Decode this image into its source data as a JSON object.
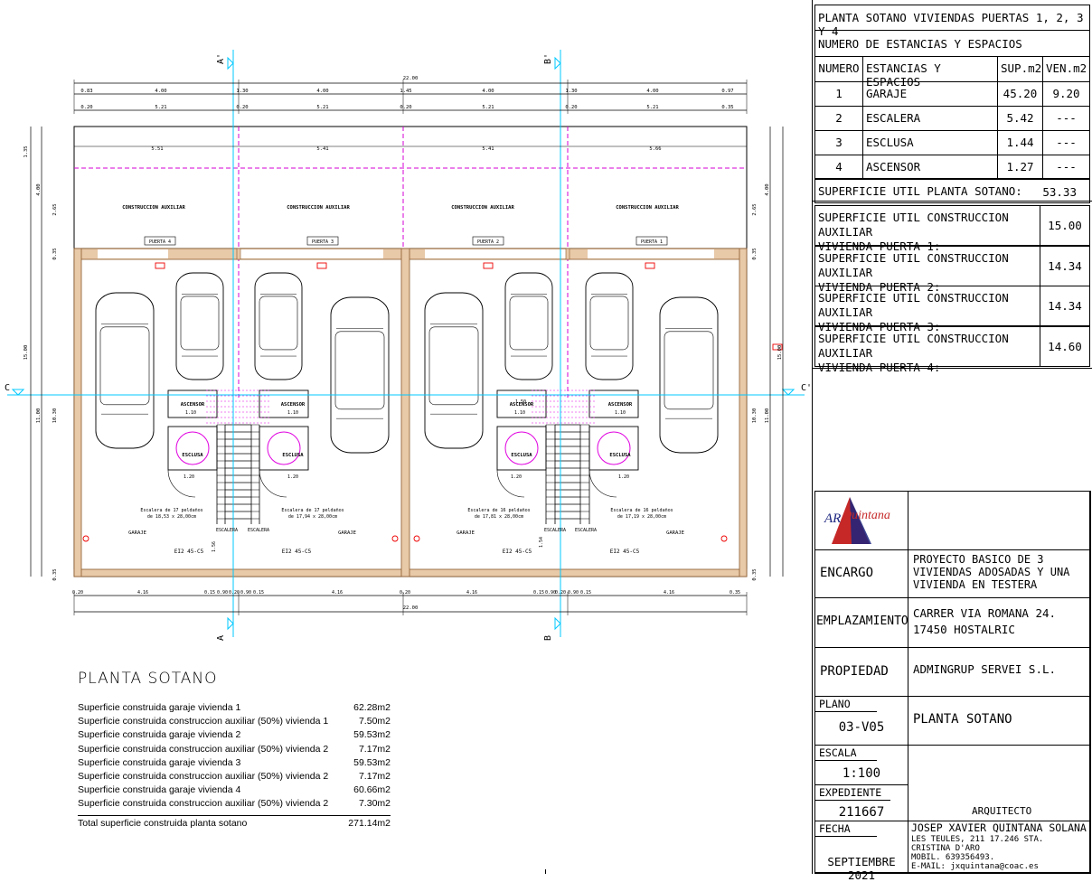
{
  "table1": {
    "title": "PLANTA SOTANO VIVIENDAS PUERTAS 1, 2, 3 Y 4",
    "subtitle": "NUMERO DE ESTANCIAS Y ESPACIOS",
    "headers": [
      "NUMERO",
      "ESTANCIAS Y ESPACIOS",
      "SUP.m2",
      "VEN.m2"
    ],
    "rows": [
      {
        "num": "1",
        "name": "GARAJE",
        "sup": "45.20",
        "ven": "9.20"
      },
      {
        "num": "2",
        "name": "ESCALERA",
        "sup": "5.42",
        "ven": "---"
      },
      {
        "num": "3",
        "name": "ESCLUSA",
        "sup": "1.44",
        "ven": "---"
      },
      {
        "num": "4",
        "name": "ASCENSOR",
        "sup": "1.27",
        "ven": "---"
      }
    ],
    "total_label": "SUPERFICIE UTIL PLANTA SOTANO:",
    "total_value": "53.33"
  },
  "table2": [
    {
      "line1": "SUPERFICIE UTIL CONSTRUCCION AUXILIAR",
      "line2": "VIVIENDA PUERTA 1:",
      "value": "15.00"
    },
    {
      "line1": "SUPERFICIE UTIL CONSTRUCCION AUXILIAR",
      "line2": "VIVIENDA PUERTA 2:",
      "value": "14.34"
    },
    {
      "line1": "SUPERFICIE UTIL CONSTRUCCION AUXILIAR",
      "line2": "VIVIENDA PUERTA 3:",
      "value": "14.34"
    },
    {
      "line1": "SUPERFICIE UTIL CONSTRUCCION AUXILIAR",
      "line2": "VIVIENDA PUERTA 4:",
      "value": "14.60"
    }
  ],
  "titleblock": {
    "logo_letters": "AR",
    "logo_name": "Quintana",
    "encargo_label": "ENCARGO",
    "encargo_lines": [
      "PROYECTO BASICO DE 3",
      "VIVIENDAS ADOSADAS Y UNA",
      "VIVIENDA EN TESTERA"
    ],
    "emplazamiento_label": "EMPLAZAMIENTO",
    "emplazamiento_lines": [
      "CARRER VIA ROMANA 24.",
      "17450 HOSTALRIC"
    ],
    "propiedad_label": "PROPIEDAD",
    "propiedad_value": "ADMINGRUP SERVEI S.L.",
    "plano_label": "PLANO",
    "plano_value": "03-V05",
    "plano_title": "PLANTA SOTANO",
    "escala_label": "ESCALA",
    "escala_value": "1:100",
    "expediente_label": "EXPEDIENTE",
    "expediente_value": "211667",
    "fecha_label": "FECHA",
    "fecha_value": "SEPTIEMBRE 2021",
    "arquitecto_label": "ARQUITECTO",
    "arquitecto_name": "JOSEP XAVIER QUINTANA SOLANA",
    "arquitecto_lines": [
      "LES TEULES, 211 17.246 STA. CRISTINA D'ARO",
      "MOBIL. 639356493.",
      "E-MAIL: jxquintana@coac.es"
    ]
  },
  "summary": {
    "title": "PLANTA SOTANO",
    "rows": [
      {
        "label": "Superficie construida garaje vivienda 1",
        "value": "62.28m2"
      },
      {
        "label": "Superficie construida construccion auxiliar (50%) vivienda 1",
        "value": "7.50m2"
      },
      {
        "label": "Superficie construida garaje vivienda 2",
        "value": "59.53m2"
      },
      {
        "label": "Superficie construida construccion auxiliar (50%) vivienda 2",
        "value": "7.17m2"
      },
      {
        "label": "Superficie construida garaje vivienda 3",
        "value": "59.53m2"
      },
      {
        "label": "Superficie construida construccion auxiliar (50%) vivienda 2",
        "value": "7.17m2"
      },
      {
        "label": "Superficie construida garaje vivienda 4",
        "value": "60.66m2"
      },
      {
        "label": "Superficie construida construccion auxiliar (50%) vivienda 2",
        "value": "7.30m2"
      }
    ],
    "total_label": "Total superficie construida planta sotano",
    "total_value": "271.14m2"
  },
  "plan": {
    "overall_dim": "22.00",
    "top_dims_1": [
      "0.83",
      "4.00",
      "1.30",
      "4.00",
      "1.45",
      "4.00",
      "1.30",
      "4.00",
      "0.97"
    ],
    "top_dims_2": [
      "0.20",
      "5.21",
      "0.20",
      "5.21",
      "0.20",
      "5.21",
      "0.20",
      "5.21",
      "0.35"
    ],
    "inner_dims": [
      "5.51",
      "5.41",
      "5.41",
      "5.66"
    ],
    "aux_label": "CONSTRUCCION AUXILIAR",
    "puertas": [
      "PUERTA 4",
      "PUERTA 3",
      "PUERTA 2",
      "PUERTA 1"
    ],
    "ascensor": "ASCENSOR",
    "esclusa": "ESCLUSA",
    "escalera": "ESCALERA",
    "garaje": "GARAJE",
    "ei": "EI2 45-C5",
    "stairs_text": [
      {
        "l1": "Escalera de 17 peldaños",
        "l2": "de 18,53 x 28,00cm"
      },
      {
        "l1": "Escalera de 17 peldaños",
        "l2": "de 17,94 x 28,00cm"
      },
      {
        "l1": "Escalera de 16 peldaños",
        "l2": "de 17,81 x 28,00cm"
      },
      {
        "l1": "Escalera de 16 peldaños",
        "l2": "de 17,19 x 28,00cm"
      }
    ],
    "bottom_dims_1": [
      "0.20",
      "4.16",
      "0.15",
      "0.90",
      "0.20",
      "0.90",
      "0.15",
      "4.16",
      "0.20",
      "4.16",
      "0.15",
      "0.90",
      "0.20",
      "0.90",
      "0.15",
      "4.16",
      "0.35"
    ],
    "side_dims_left": [
      "1.35",
      "4.00",
      "2.65",
      "0.35",
      "15.00",
      "11.00",
      "10.30",
      "0.35"
    ],
    "side_dims_right": [
      "4.00",
      "2.65",
      "0.35",
      "15.00",
      "11.00",
      "10.30",
      "0.35"
    ],
    "sections": [
      "A'",
      "B'",
      "C",
      "C'",
      "A",
      "B"
    ],
    "small_dims": [
      "1.10",
      "1.20",
      "1.20",
      "0.15",
      "1.56",
      "1.54",
      "1.50"
    ]
  }
}
